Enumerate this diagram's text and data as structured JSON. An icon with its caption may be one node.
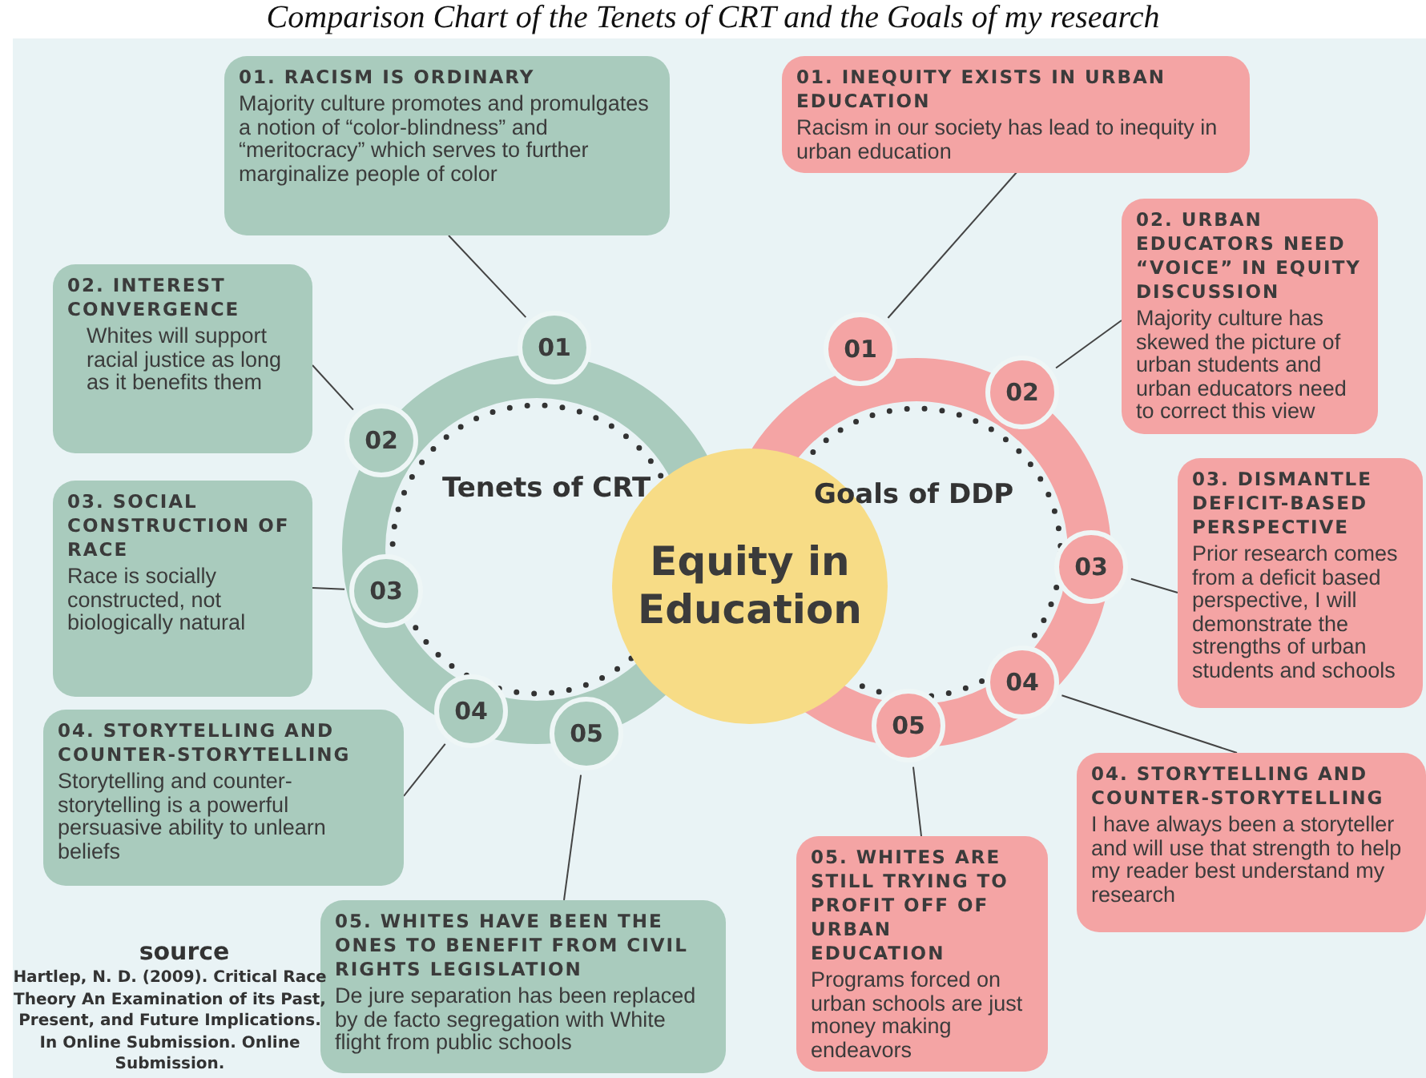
{
  "diagram": {
    "title": "Comparison Chart of the Tenets of CRT and the Goals of my research",
    "nodes": [
      {
        "text": [
          "01. RACISM IS ORDINARY",
          "Majority culture promotes and promulgates a notion of “color-blindness” and “meritocracy” which serves to further marginalize people of color"
        ]
      },
      {
        "text": [
          "02. INTEREST CONVERGENCE",
          "Whites will support racial justice as long as it benefits them"
        ]
      },
      {
        "text": [
          "03. SOCIAL CONSTRUCTION OF RACE",
          "Race is socially constructed, not biologically natural"
        ]
      },
      {
        "text": [
          "04. STORYTELLING AND COUNTER-STORYTELLING",
          "Storytelling and counter-storytelling is a powerful persuasive ability to unlearn beliefs"
        ]
      },
      {
        "text": [
          "05. WHITES HAVE BEEN THE ONES TO BENEFIT FROM CIVIL RIGHTS LEGISLATION",
          "De jure separation has been replaced by de facto segregation with White flight from public schools"
        ]
      },
      {
        "text": [
          "01"
        ]
      },
      {
        "text": [
          "02"
        ]
      },
      {
        "text": [
          "03"
        ]
      },
      {
        "text": [
          "04"
        ]
      },
      {
        "text": [
          "05"
        ]
      },
      {
        "text": [
          "Equity in Education"
        ]
      },
      {
        "text": [
          "01. INEQUITY EXISTS IN URBAN EDUCATION",
          "Racism in our society has lead to inequity in urban education"
        ]
      },
      {
        "text": [
          "02. URBAN EDUCATORS NEED “VOICE” IN EQUITY DISCUSSION",
          "Majority culture has skewed the picture of urban students and urban educators need to correct this view"
        ]
      },
      {
        "text": [
          "03. DISMANTLE DEFICIT-BASED PERSPECTIVE",
          "Prior research comes from a deficit based perspective, I will demonstrate the strengths of urban students and schools"
        ]
      },
      {
        "text": [
          "04. STORYTELLING AND COUNTER-STORYTELLING",
          "I have always been a storyteller and will use that strength to help my reader best understand my research"
        ]
      },
      {
        "text": [
          "05. WHITES ARE STILL TRYING TO PROFIT OFF OF URBAN EDUCATION",
          "Programs forced on urban schools are just money making endeavors"
        ]
      },
      {
        "text": [
          "01"
        ]
      },
      {
        "text": [
          "02"
        ]
      },
      {
        "text": [
          "03"
        ]
      },
      {
        "text": [
          "04"
        ]
      },
      {
        "text": [
          "05"
        ]
      }
    ],
    "edges": [
      {
        "from": 0,
        "to": 5,
        "arrow": "none"
      },
      {
        "from": 1,
        "to": 6,
        "arrow": "none"
      },
      {
        "from": 2,
        "to": 7,
        "arrow": "none"
      },
      {
        "from": 3,
        "to": 8,
        "arrow": "none"
      },
      {
        "from": 4,
        "to": 9,
        "arrow": "none"
      },
      {
        "from": 11,
        "to": 16,
        "arrow": "none"
      },
      {
        "from": 12,
        "to": 17,
        "arrow": "none"
      },
      {
        "from": 13,
        "to": 18,
        "arrow": "none"
      },
      {
        "from": 14,
        "to": 19,
        "arrow": "none"
      },
      {
        "from": 15,
        "to": 20,
        "arrow": "none"
      }
    ],
    "labels": [
      "Tenets of CRT",
      "Goals of DDP",
      "source",
      "Hartlep, N. D. (2009). Critical Race Theory An Examination of its Past, Present, and Future Implications. In Online Submission. Online Submission."
    ]
  }
}
